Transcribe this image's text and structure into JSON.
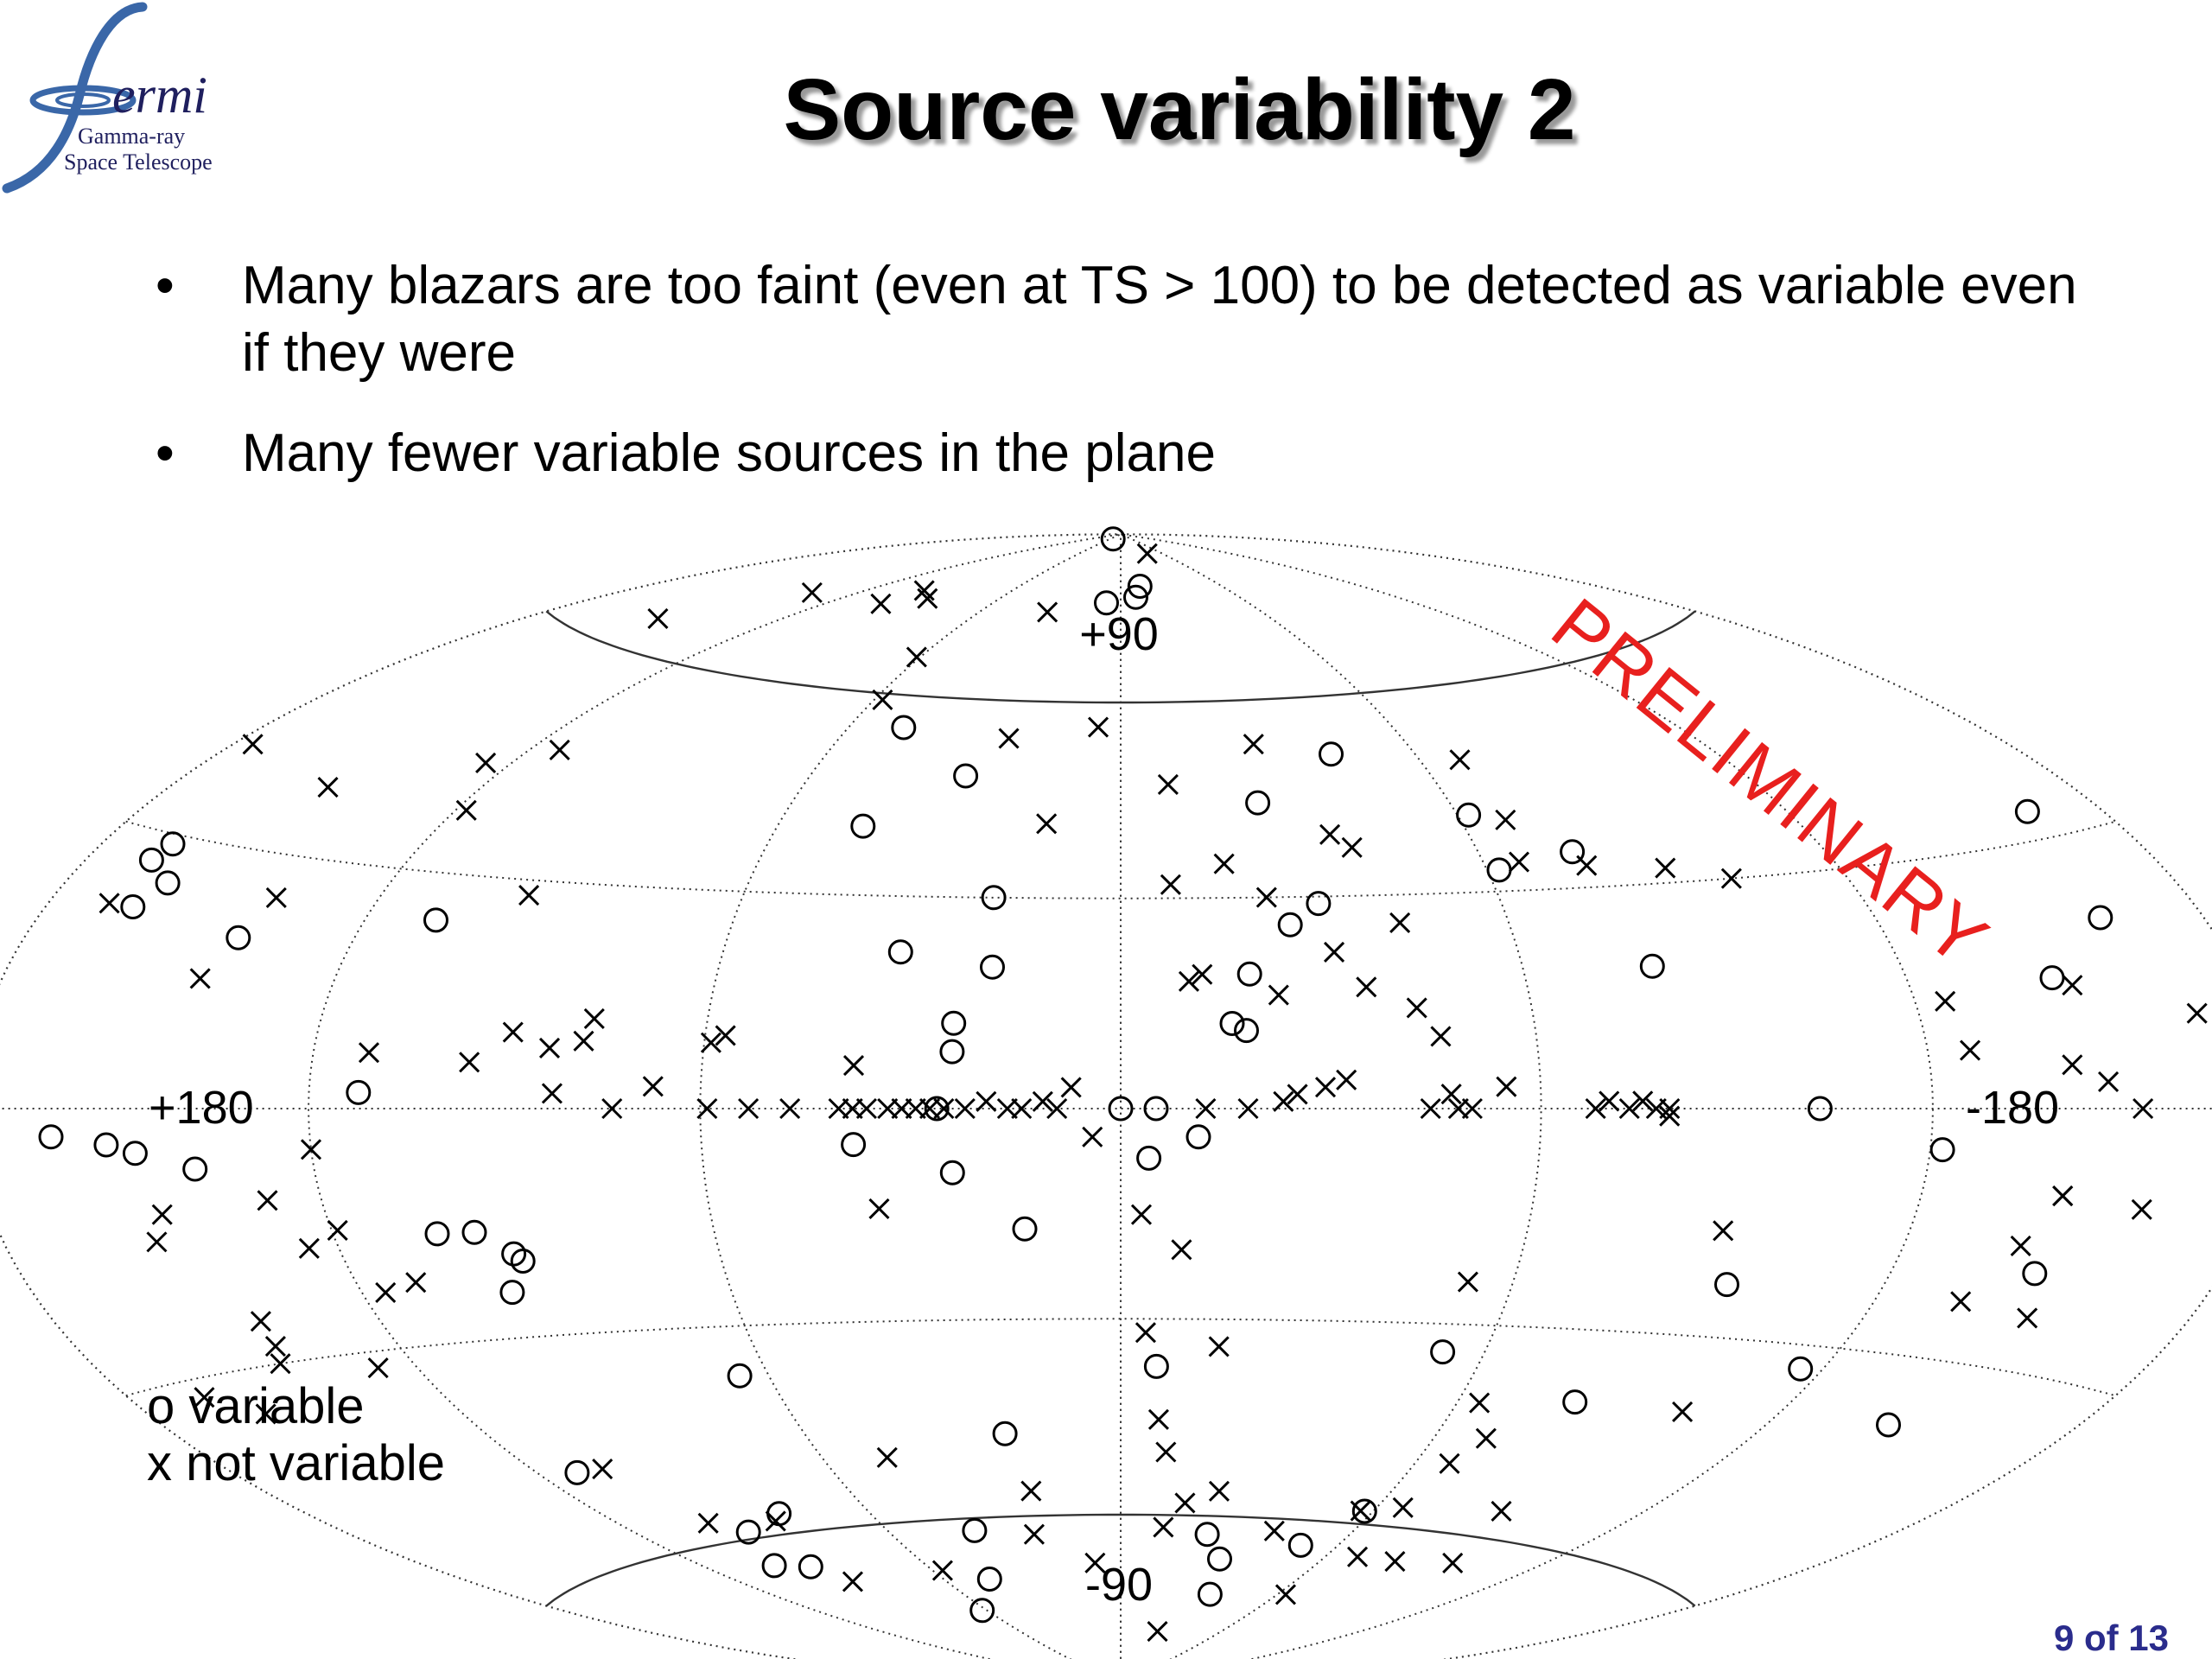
{
  "logo": {
    "name": "ermi",
    "line1": "Gamma-ray",
    "line2": "Space Telescope"
  },
  "title": "Source variability 2",
  "bullets": [
    "Many blazars are too faint (even at TS > 100) to be detected as variable even if they were",
    "Many fewer variable sources in the plane"
  ],
  "bullet_glyph": "•",
  "watermark": "PRELIMINARY",
  "watermark_color": "#e8201e",
  "page_number": "9 of 13",
  "legend": {
    "variable": "o variable",
    "not_variable": "x not variable"
  },
  "chart_data": {
    "type": "scatter",
    "projection": "hammer-aitoff",
    "grid": true,
    "graticule_lat": [
      -60,
      -30,
      0,
      30,
      60
    ],
    "graticule_lon": [
      -120,
      -60,
      0,
      60,
      120
    ],
    "axis_labels": {
      "top": "+90",
      "bottom": "-90",
      "left": "+180",
      "right": "-180"
    },
    "x_range": [
      180,
      -180
    ],
    "y_range": [
      -90,
      90
    ],
    "legend_placement": "bottom-left",
    "series": [
      {
        "name": "o variable",
        "marker": "circle",
        "points": [
          [
            45,
            89
          ],
          [
            7,
            77
          ],
          [
            -8,
            78
          ],
          [
            -12,
            80
          ],
          [
            -43,
            51
          ],
          [
            -25,
            44
          ],
          [
            -31,
            29
          ],
          [
            -26,
            26
          ],
          [
            -19,
            19
          ],
          [
            -18,
            11
          ],
          [
            -16,
            12
          ],
          [
            -62,
            41
          ],
          [
            -62,
            33
          ],
          [
            -76,
            35
          ],
          [
            -80,
            19
          ],
          [
            -165,
            33
          ],
          [
            -160,
            21
          ],
          [
            -145,
            15
          ],
          [
            -102,
            0
          ],
          [
            -122,
            -5
          ],
          [
            -145,
            -19
          ],
          [
            48,
            55
          ],
          [
            30,
            48
          ],
          [
            45,
            40
          ],
          [
            20,
            30
          ],
          [
            33,
            22
          ],
          [
            19,
            20
          ],
          [
            24,
            12
          ],
          [
            -4,
            -7
          ],
          [
            -11,
            -4
          ],
          [
            38,
            -5
          ],
          [
            0,
            0
          ],
          [
            -5,
            0
          ],
          [
            112,
            2
          ],
          [
            140,
            -7
          ],
          [
            150,
            -5
          ],
          [
            155,
            -4
          ],
          [
            165,
            -3
          ],
          [
            140,
            20
          ],
          [
            163,
            22
          ],
          [
            160,
            25
          ],
          [
            166,
            29
          ],
          [
            167,
            27
          ],
          [
            108,
            24
          ],
          [
            26,
            0
          ],
          [
            24,
            8
          ],
          [
            24,
            -9
          ],
          [
            14,
            -17
          ],
          [
            103,
            -16
          ],
          [
            97,
            -16
          ],
          [
            91,
            -20
          ],
          [
            65,
            -37
          ],
          [
            95,
            -24
          ],
          [
            92,
            -19
          ],
          [
            112,
            -48
          ],
          [
            94,
            -59
          ],
          [
            93,
            -65
          ],
          [
            102,
            -64
          ],
          [
            38,
            -62
          ],
          [
            45,
            -70
          ],
          [
            22,
            -47
          ],
          [
            -6,
            -37
          ],
          [
            -53,
            -34
          ],
          [
            -94,
            -23
          ],
          [
            -116,
            -33
          ],
          [
            -143,
            -38
          ],
          [
            -23,
            -63
          ],
          [
            -50,
            -64
          ],
          [
            -58,
            -58
          ],
          [
            -81,
            -40
          ],
          [
            -35,
            -73
          ],
          [
            -30,
            -67
          ],
          [
            62,
            -75
          ],
          [
            81,
            -57
          ]
        ]
      },
      {
        "name": "x not variable",
        "marker": "cross",
        "points": [
          [
            -40,
            86
          ],
          [
            -28,
            53
          ],
          [
            -9,
            47
          ],
          [
            -36,
            39
          ],
          [
            -68,
            49
          ],
          [
            -43,
            26
          ],
          [
            -23,
            30
          ],
          [
            -32,
            22
          ],
          [
            -36,
            17
          ],
          [
            -68,
            40
          ],
          [
            -66,
            34
          ],
          [
            -77,
            33
          ],
          [
            -90,
            32
          ],
          [
            -100,
            30
          ],
          [
            -125,
            13
          ],
          [
            -144,
            5
          ],
          [
            -156,
            0
          ],
          [
            -148,
            14
          ],
          [
            -159,
            -11
          ],
          [
            -140,
            -16
          ],
          [
            -169,
            10
          ],
          [
            24,
            54
          ],
          [
            13,
            41
          ],
          [
            32,
            75
          ],
          [
            5,
            56
          ],
          [
            58,
            59
          ],
          [
            61,
            66
          ],
          [
            90,
            75
          ],
          [
            99,
            76
          ],
          [
            102,
            73
          ],
          [
            134,
            72
          ],
          [
            151,
            64
          ],
          [
            176,
            40
          ],
          [
            168,
            22
          ],
          [
            143,
            15
          ],
          [
            138,
            25
          ],
          [
            125,
            44
          ],
          [
            149,
            38
          ],
          [
            114,
            47
          ],
          [
            118,
            38
          ],
          [
            95,
            28
          ],
          [
            83,
            8
          ],
          [
            78,
            9
          ],
          [
            82,
            2
          ],
          [
            73,
            0
          ],
          [
            59,
            0
          ],
          [
            67,
            3
          ],
          [
            53,
            0
          ],
          [
            47,
            0
          ],
          [
            40,
            0
          ],
          [
            38,
            0
          ],
          [
            36,
            0
          ],
          [
            33,
            0
          ],
          [
            31,
            0
          ],
          [
            29,
            0
          ],
          [
            27,
            0
          ],
          [
            25,
            0
          ],
          [
            22,
            0
          ],
          [
            19,
            1
          ],
          [
            16,
            0
          ],
          [
            14,
            0
          ],
          [
            11,
            1
          ],
          [
            9,
            0
          ],
          [
            7,
            3
          ],
          [
            4,
            -4
          ],
          [
            -12,
            0
          ],
          [
            -18,
            0
          ],
          [
            -23,
            1
          ],
          [
            -25,
            2
          ],
          [
            -29,
            3
          ],
          [
            -32,
            4
          ],
          [
            -44,
            0
          ],
          [
            -47,
            2
          ],
          [
            -48,
            0
          ],
          [
            -50,
            0
          ],
          [
            -55,
            3
          ],
          [
            -68,
            0
          ],
          [
            -70,
            1
          ],
          [
            -73,
            0
          ],
          [
            -75,
            1
          ],
          [
            -77,
            0
          ],
          [
            -79,
            -1
          ],
          [
            -79,
            0
          ],
          [
            -8,
            32
          ],
          [
            -17,
            35
          ],
          [
            -12,
            19
          ],
          [
            -10,
            18
          ],
          [
            -23,
            16
          ],
          [
            -39,
            37
          ],
          [
            -43,
            14
          ],
          [
            -46,
            10
          ],
          [
            -127,
            7
          ],
          [
            -150,
            3
          ],
          [
            -144,
            -10
          ],
          [
            -144,
            -10
          ],
          [
            -135,
            -23
          ],
          [
            -149,
            -24
          ],
          [
            -90,
            -16
          ],
          [
            -53,
            -24
          ],
          [
            -102,
            -40
          ],
          [
            -64,
            -41
          ],
          [
            -57,
            -58
          ],
          [
            -66,
            -57
          ],
          [
            -70,
            -46
          ],
          [
            -67,
            -50
          ],
          [
            -97,
            -64
          ],
          [
            -81,
            -65
          ],
          [
            -89,
            -56
          ],
          [
            -69,
            -65
          ],
          [
            -63,
            -72
          ],
          [
            -23,
            -80
          ],
          [
            -22,
            -56
          ],
          [
            -16,
            -34
          ],
          [
            -9,
            -20
          ],
          [
            -7,
            -45
          ],
          [
            8,
            -68
          ],
          [
            -11,
            -62
          ],
          [
            -15,
            -58
          ],
          [
            -9,
            -50
          ],
          [
            -40,
            -62
          ],
          [
            20,
            -56
          ],
          [
            23,
            -63
          ],
          [
            47,
            -50
          ],
          [
            57,
            -68
          ],
          [
            84,
            -58
          ],
          [
            89,
            -68
          ],
          [
            100,
            -57
          ],
          [
            106,
            -48
          ],
          [
            116,
            -23
          ],
          [
            119,
            -15
          ],
          [
            110,
            -22
          ],
          [
            127,
            -32
          ],
          [
            129,
            -11
          ],
          [
            141,
            -25
          ],
          [
            157,
            -35
          ],
          [
            165,
            -32
          ],
          [
            151,
            -15
          ],
          [
            148,
            -12
          ],
          [
            35,
            -14
          ],
          [
            38,
            6
          ],
          [
            89,
            10
          ],
          [
            77,
            12
          ],
          [
            57,
            10
          ],
          [
            59,
            9
          ],
          [
            111,
            7
          ],
          [
            95,
            6
          ],
          [
            120,
            -5
          ],
          [
            125,
            -17
          ],
          [
            142,
            -28
          ],
          [
            144,
            -30
          ],
          [
            -4,
            -32
          ],
          [
            -3,
            -15
          ]
        ]
      }
    ]
  }
}
